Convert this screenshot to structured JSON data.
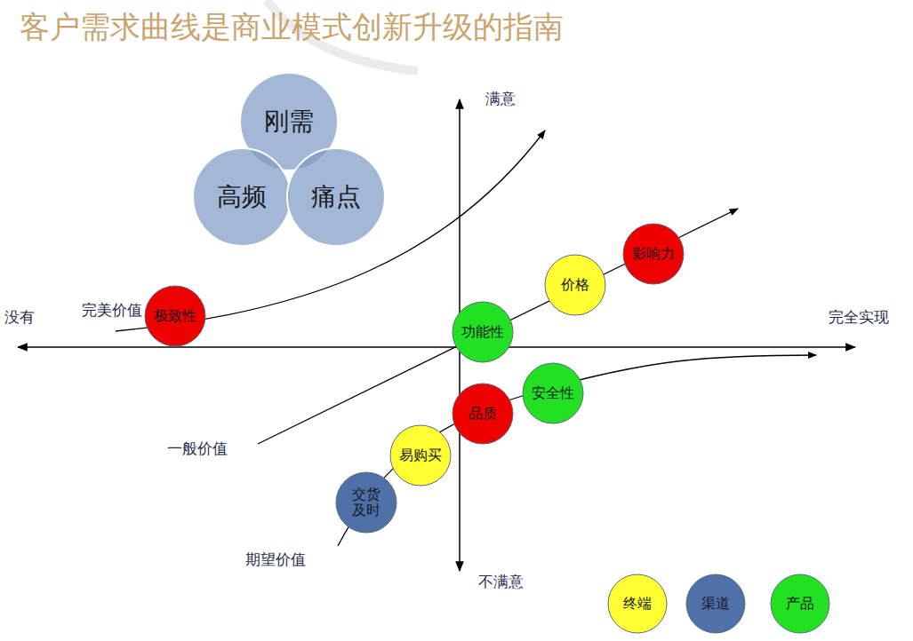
{
  "diagram": {
    "title": "客户需求曲线是商业模式创新升级的指南",
    "nodes": [
      {
        "text": [
          "刚需"
        ]
      },
      {
        "text": [
          "高频"
        ]
      },
      {
        "text": [
          "痛点"
        ]
      },
      {
        "text": [
          "极致性"
        ]
      },
      {
        "text": [
          "功能性"
        ]
      },
      {
        "text": [
          "价格"
        ]
      },
      {
        "text": [
          "影响力"
        ]
      },
      {
        "text": [
          "安全性"
        ]
      },
      {
        "text": [
          "品质"
        ]
      },
      {
        "text": [
          "易购买"
        ]
      },
      {
        "text": [
          "交货及时"
        ]
      }
    ],
    "edges": [],
    "labels": [
      "满意",
      "不满意",
      "没有",
      "完全实现",
      "完美价值",
      "一般价值",
      "期望价值"
    ],
    "legend": [
      {
        "text": "终端",
        "color": "#ffff33"
      },
      {
        "text": "渠道",
        "color": "#4f71a8"
      },
      {
        "text": "产品",
        "color": "#22e022"
      }
    ]
  }
}
